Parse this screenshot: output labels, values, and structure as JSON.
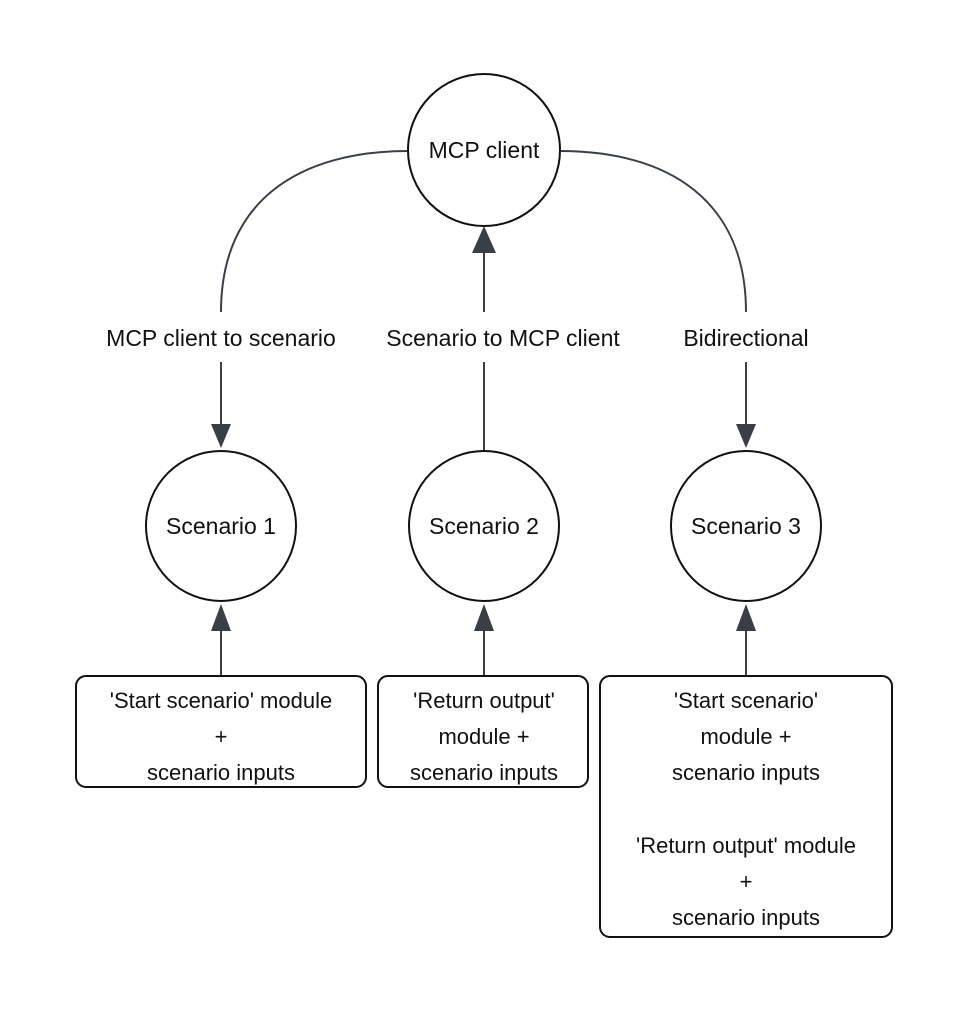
{
  "diagram": {
    "nodes": {
      "mcp_client": "MCP client",
      "scenario_1": "Scenario 1",
      "scenario_2": "Scenario 2",
      "scenario_3": "Scenario 3"
    },
    "edge_labels": {
      "client_to_scenario": "MCP client to scenario",
      "scenario_to_client": "Scenario to MCP client",
      "bidirectional": "Bidirectional"
    },
    "boxes": {
      "box_1": [
        "'Start scenario' module",
        "+",
        "scenario inputs"
      ],
      "box_2": [
        "'Return output'",
        "module +",
        "scenario inputs"
      ],
      "box_3": [
        "'Start  scenario'",
        "module +",
        "scenario inputs",
        "",
        "'Return output' module",
        "+",
        "scenario inputs"
      ]
    },
    "colors": {
      "line": "#3a3f47",
      "outline": "#111111",
      "background": "#ffffff"
    }
  }
}
